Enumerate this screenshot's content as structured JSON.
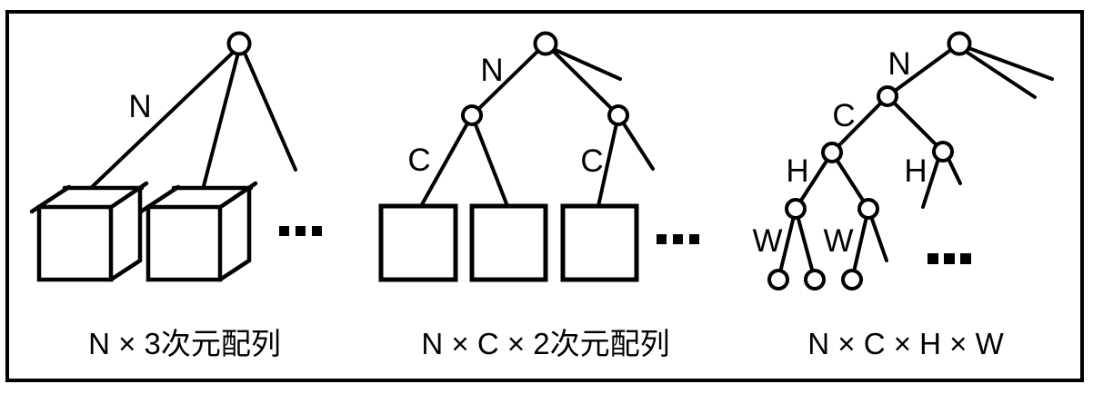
{
  "figure": {
    "background_color": "#ffffff",
    "line_color": "#000000",
    "panels": [
      {
        "id": "n-3d-array",
        "caption": "N × 3次元配列",
        "labels": {
          "N": "N"
        },
        "ellipsis": "...",
        "leaf_shape": "3d-cube",
        "leaf_count_shown": 2
      },
      {
        "id": "n-c-2d-array",
        "caption": "N × C × 2次元配列",
        "labels": {
          "N": "N",
          "C_left": "C",
          "C_right": "C"
        },
        "ellipsis": "...",
        "leaf_shape": "square",
        "leaf_count_shown": 3
      },
      {
        "id": "n-c-h-w",
        "caption": "N × C × H × W",
        "labels": {
          "N": "N",
          "C": "C",
          "H_left": "H",
          "H_right": "H",
          "W_left": "W",
          "W_right": "W"
        },
        "ellipsis": "...",
        "leaf_shape": "circle",
        "leaf_count_shown": 3
      }
    ]
  }
}
